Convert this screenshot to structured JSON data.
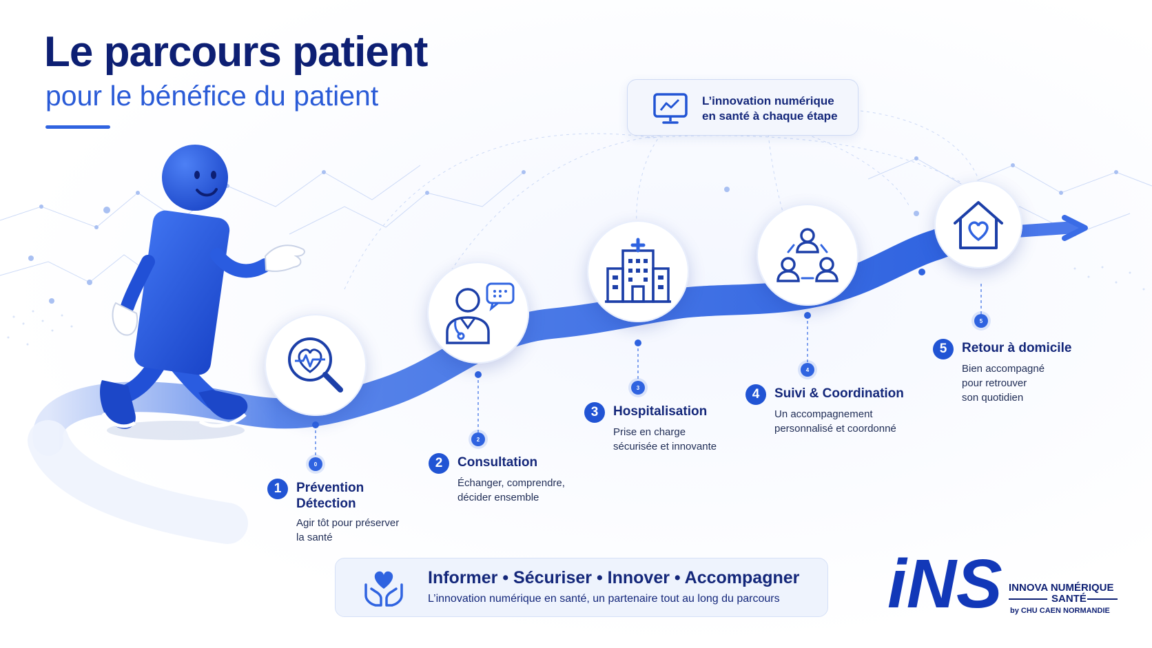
{
  "header": {
    "title": "Le parcours patient",
    "subtitle": "pour le bénéfice du patient"
  },
  "innovation_badge": {
    "line1": "L’innovation numérique",
    "line2": "en santé à chaque étape",
    "icon": "monitor-chart-icon"
  },
  "steps": [
    {
      "number": "1",
      "title_line1": "Prévention",
      "title_line2": "Détection",
      "desc_line1": "Agir tôt pour préserver",
      "desc_line2": "la santé",
      "icon": "heart-magnifier-icon",
      "marker": "0"
    },
    {
      "number": "2",
      "title_line1": "Consultation",
      "desc_line1": "Échanger, comprendre,",
      "desc_line2": "décider ensemble",
      "icon": "doctor-chat-icon",
      "marker": "2"
    },
    {
      "number": "3",
      "title_line1": "Hospitalisation",
      "desc_line1": "Prise en charge",
      "desc_line2": "sécurisée et innovante",
      "icon": "hospital-icon",
      "marker": "3"
    },
    {
      "number": "4",
      "title_line1": "Suivi & Coordination",
      "desc_line1": "Un accompagnement",
      "desc_line2": "personnalisé et coordonné",
      "icon": "people-network-icon",
      "marker": "4"
    },
    {
      "number": "5",
      "title_line1": "Retour à domicile",
      "desc_line1": "Bien accompagné",
      "desc_line2": "pour retrouver",
      "desc_line3": "son quotidien",
      "icon": "home-heart-icon",
      "marker": "5"
    }
  ],
  "banner": {
    "title": "Informer • Sécuriser • Innover • Accompagner",
    "subtitle": "L’innovation numérique en santé, un partenaire tout au long du parcours",
    "icon": "hands-heart-icon"
  },
  "logo": {
    "mark": "iNS",
    "line1": "INNOVA NUMÉRIQUE",
    "line2": "SANTÉ",
    "line3": "by CHU CAEN NORMANDIE"
  },
  "colors": {
    "navy": "#0d1f73",
    "accent": "#2f63e0",
    "path": "#3a6ce6",
    "background": "#ffffff"
  }
}
